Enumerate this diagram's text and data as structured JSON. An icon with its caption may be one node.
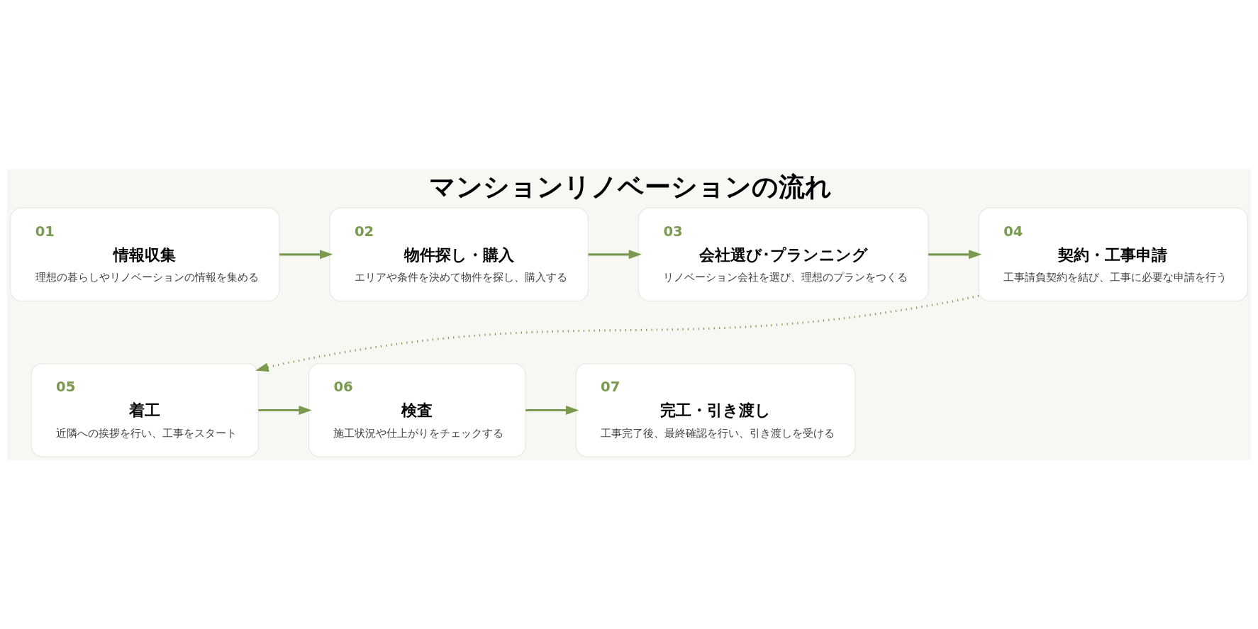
{
  "diagram": {
    "title": "マンションリノベーションの流れ",
    "nodes": [
      {
        "text": [
          "01",
          "情報収集",
          "理想の暮らしやリノベーションの情報を集める"
        ]
      },
      {
        "text": [
          "02",
          "物件探し・購入",
          "エリアや条件を決めて物件を探し、購入する"
        ]
      },
      {
        "text": [
          "03",
          "会社選び･プランニング",
          "リノベーション会社を選び、理想のプランをつくる"
        ]
      },
      {
        "text": [
          "04",
          "契約・工事申請",
          "工事請負契約を結び、工事に必要な申請を行う"
        ]
      },
      {
        "text": [
          "05",
          "着工",
          "近隣への挨拶を行い、工事をスタート"
        ]
      },
      {
        "text": [
          "06",
          "検査",
          "施工状況や仕上がりをチェックする"
        ]
      },
      {
        "text": [
          "07",
          "完工・引き渡し",
          "工事完了後、最終確認を行い、引き渡しを受ける"
        ]
      }
    ],
    "edges": [
      {
        "from": 0,
        "to": 1,
        "arrow": "to"
      },
      {
        "from": 1,
        "to": 2,
        "arrow": "to"
      },
      {
        "from": 2,
        "to": 3,
        "arrow": "to"
      },
      {
        "from": 3,
        "to": 4,
        "arrow": "to",
        "style": "dashed"
      },
      {
        "from": 4,
        "to": 5,
        "arrow": "to"
      },
      {
        "from": 5,
        "to": 6,
        "arrow": "to"
      }
    ]
  }
}
